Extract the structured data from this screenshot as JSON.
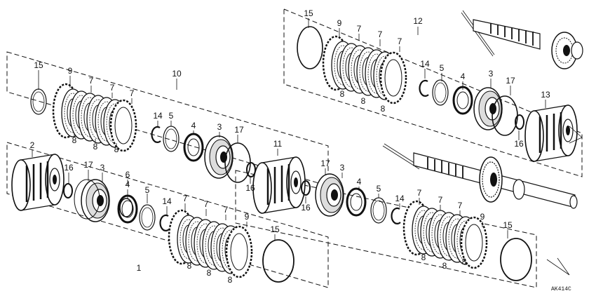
{
  "callouts": [
    {
      "id": "c15a",
      "text": "15"
    },
    {
      "id": "c9a",
      "text": "9"
    },
    {
      "id": "c7a1",
      "text": "7"
    },
    {
      "id": "c7a2",
      "text": "7"
    },
    {
      "id": "c7a3",
      "text": "7"
    },
    {
      "id": "c8a1",
      "text": "8"
    },
    {
      "id": "c8a2",
      "text": "8"
    },
    {
      "id": "c8a3",
      "text": "8"
    },
    {
      "id": "c14a",
      "text": "14"
    },
    {
      "id": "c5a",
      "text": "5"
    },
    {
      "id": "c4a",
      "text": "4"
    },
    {
      "id": "c3a",
      "text": "3"
    },
    {
      "id": "c17a",
      "text": "17"
    },
    {
      "id": "c16a",
      "text": "16"
    },
    {
      "id": "c10",
      "text": "10"
    },
    {
      "id": "c11",
      "text": "11"
    },
    {
      "id": "c17b",
      "text": "17"
    },
    {
      "id": "c3b",
      "text": "3"
    },
    {
      "id": "c16b",
      "text": "16"
    },
    {
      "id": "c4b",
      "text": "4"
    },
    {
      "id": "c5b",
      "text": "5"
    },
    {
      "id": "c14b",
      "text": "14"
    },
    {
      "id": "c7b1",
      "text": "7"
    },
    {
      "id": "c7b2",
      "text": "7"
    },
    {
      "id": "c7b3",
      "text": "7"
    },
    {
      "id": "c9b",
      "text": "9"
    },
    {
      "id": "c8b1",
      "text": "8"
    },
    {
      "id": "c8b2",
      "text": "8"
    },
    {
      "id": "c8b3",
      "text": "8"
    },
    {
      "id": "c15b",
      "text": "15"
    },
    {
      "id": "c2",
      "text": "2"
    },
    {
      "id": "c16c",
      "text": "16"
    },
    {
      "id": "c17c",
      "text": "17"
    },
    {
      "id": "c3c",
      "text": "3"
    },
    {
      "id": "c6",
      "text": "6"
    },
    {
      "id": "c4c",
      "text": "4"
    },
    {
      "id": "c5c",
      "text": "5"
    },
    {
      "id": "c14c",
      "text": "14"
    },
    {
      "id": "c7c1",
      "text": "7"
    },
    {
      "id": "c7c2",
      "text": "7"
    },
    {
      "id": "c7c3",
      "text": "7"
    },
    {
      "id": "c9c",
      "text": "9"
    },
    {
      "id": "c8c1",
      "text": "8"
    },
    {
      "id": "c8c2",
      "text": "8"
    },
    {
      "id": "c8c3",
      "text": "8"
    },
    {
      "id": "c15c",
      "text": "15"
    },
    {
      "id": "c1",
      "text": "1"
    },
    {
      "id": "c15d",
      "text": "15"
    },
    {
      "id": "c9d",
      "text": "9"
    },
    {
      "id": "c7d1",
      "text": "7"
    },
    {
      "id": "c7d2",
      "text": "7"
    },
    {
      "id": "c7d3",
      "text": "7"
    },
    {
      "id": "c8d1",
      "text": "8"
    },
    {
      "id": "c8d2",
      "text": "8"
    },
    {
      "id": "c8d3",
      "text": "8"
    },
    {
      "id": "c12",
      "text": "12"
    },
    {
      "id": "c14d",
      "text": "14"
    },
    {
      "id": "c5d",
      "text": "5"
    },
    {
      "id": "c4d",
      "text": "4"
    },
    {
      "id": "c3d",
      "text": "3"
    },
    {
      "id": "c17d",
      "text": "17"
    },
    {
      "id": "c13",
      "text": "13"
    },
    {
      "id": "c16d",
      "text": "16"
    }
  ],
  "drawing_code": "AK414C"
}
